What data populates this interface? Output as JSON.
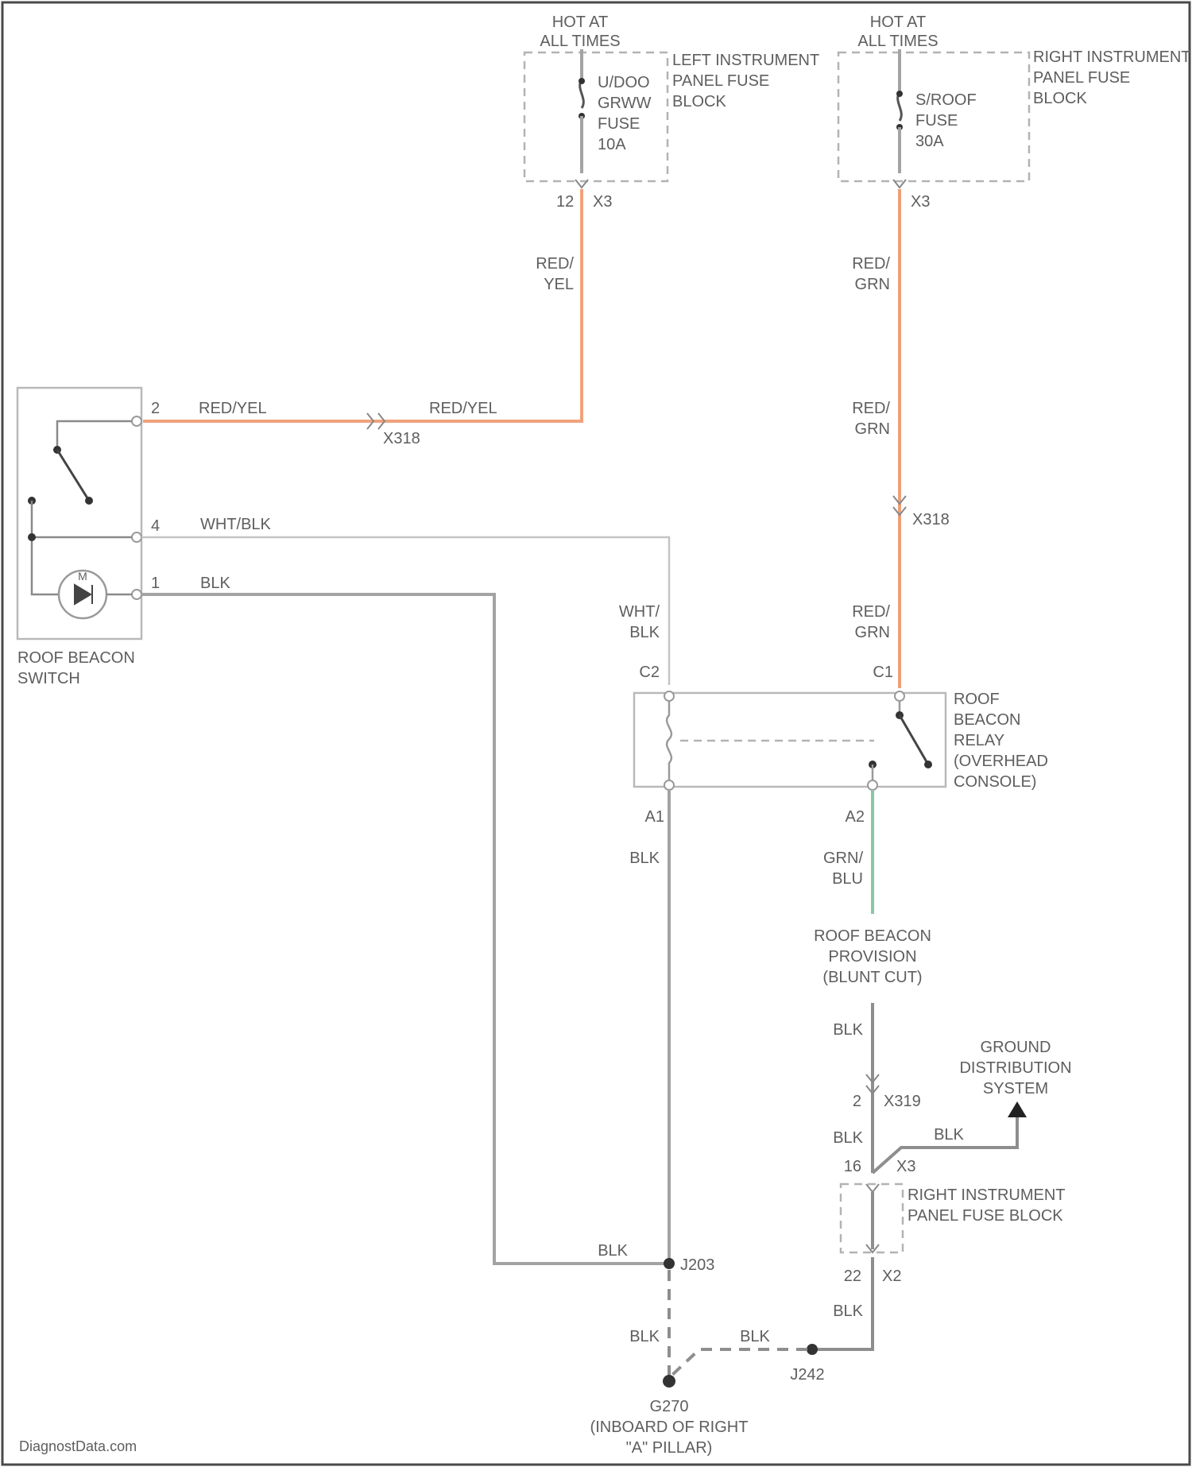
{
  "colors": {
    "red_yel_wire": "#f0a27c",
    "red_grn_wire": "#eda07a",
    "grn_blu_wire": "#86c9a4",
    "blk_wire": "#a3a3a3",
    "wht_blk_wire": "#c4c4c4",
    "component_outline": "#b9b9b9",
    "text": "#5e5e5e"
  },
  "left_fuse_block": {
    "hot_label_1": "HOT AT",
    "hot_label_2": "ALL TIMES",
    "fuse_line_1": "U/DOO",
    "fuse_line_2": "GRWW",
    "fuse_line_3": "FUSE",
    "fuse_line_4": "10A",
    "block_line_1": "LEFT INSTRUMENT",
    "block_line_2": "PANEL FUSE",
    "block_line_3": "BLOCK",
    "pin": "12",
    "connector": "X3"
  },
  "right_fuse_block": {
    "hot_label_1": "HOT AT",
    "hot_label_2": "ALL TIMES",
    "fuse_line_1": "S/ROOF",
    "fuse_line_2": "FUSE",
    "fuse_line_3": "30A",
    "block_line_1": "RIGHT INSTRUMENT",
    "block_line_2": "PANEL FUSE",
    "block_line_3": "BLOCK",
    "connector": "X3"
  },
  "wires": {
    "red_yel_v_1": "RED/",
    "red_yel_v_2": "YEL",
    "red_yel_h_left": "RED/YEL",
    "red_yel_h_right": "RED/YEL",
    "connector_x318": "X318",
    "red_grn_1a": "RED/",
    "red_grn_1b": "GRN",
    "red_grn_2a": "RED/",
    "red_grn_2b": "GRN",
    "red_grn_3a": "RED/",
    "red_grn_3b": "GRN",
    "connector_x318_right": "X318",
    "wht_blk_h": "WHT/BLK",
    "wht_blk_v_1": "WHT/",
    "wht_blk_v_2": "BLK",
    "blk_h": "BLK",
    "blk_relay": "BLK",
    "grn_blu_1": "GRN/",
    "grn_blu_2": "BLU",
    "blk_provision": "BLK",
    "blk_after_x319": "BLK",
    "blk_to_ground": "BLK",
    "blk_below_block": "BLK",
    "blk_splice": "BLK",
    "blk_dashed_v": "BLK",
    "blk_dashed_h": "BLK"
  },
  "switch": {
    "line_1": "ROOF BEACON",
    "line_2": "SWITCH",
    "pin_top": "2",
    "pin_mid": "4",
    "pin_bottom": "1",
    "lamp_label": "M"
  },
  "relay": {
    "line_1": "ROOF",
    "line_2": "BEACON",
    "line_3": "RELAY",
    "line_4": "(OVERHEAD",
    "line_5": "CONSOLE)",
    "pin_c2": "C2",
    "pin_c1": "C1",
    "pin_a1": "A1",
    "pin_a2": "A2"
  },
  "provision": {
    "line_1": "ROOF BEACON",
    "line_2": "PROVISION",
    "line_3": "(BLUNT CUT)"
  },
  "ground": {
    "line_1": "GROUND",
    "line_2": "DISTRIBUTION",
    "line_3": "SYSTEM",
    "connector_pin": "2",
    "connector_name": "X319",
    "block_pin_top": "16",
    "block_conn_top": "X3",
    "block_line_1": "RIGHT INSTRUMENT",
    "block_line_2": "PANEL FUSE BLOCK",
    "block_pin_bottom": "22",
    "block_conn_bottom": "X2",
    "splice_left": "J203",
    "splice_right": "J242",
    "g_line_1": "G270",
    "g_line_2": "(INBOARD OF RIGHT",
    "g_line_3": "\"A\" PILLAR)"
  },
  "watermark": "DiagnostData.com"
}
